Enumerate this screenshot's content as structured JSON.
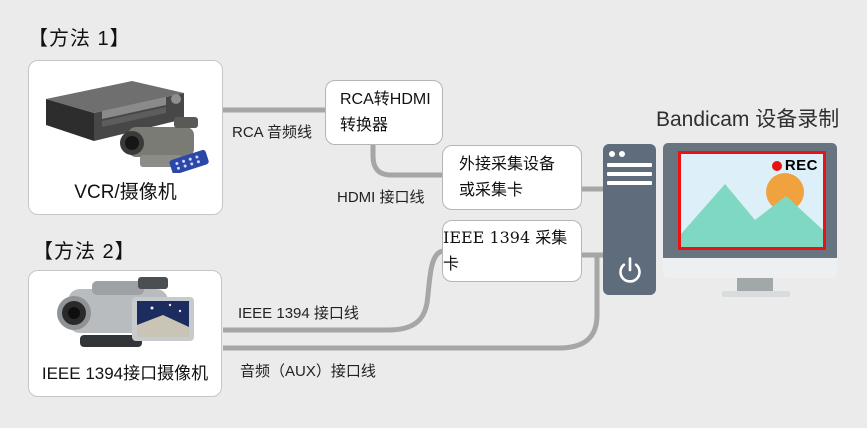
{
  "diagram": {
    "title": "Bandicam 设备录制",
    "method1": {
      "heading": "【方法 1】",
      "source_label": "VCR/摄像机",
      "rca_cable_label": "RCA 音频线",
      "converter_line1": "RCA转HDMI",
      "converter_line2": "转换器",
      "hdmi_cable_label": "HDMI 接口线",
      "capture_line1": "外接采集设备",
      "capture_line2": "或采集卡"
    },
    "method2": {
      "heading": "【方法 2】",
      "source_label": "IEEE 1394接口摄像机",
      "ieee_cable_label": "IEEE 1394 接口线",
      "aux_cable_label": "音频（AUX）接口线",
      "capture_card_label": "IEEE 1394 采集卡"
    },
    "monitor": {
      "rec_label": "REC"
    },
    "colors": {
      "background": "#ebebeb",
      "wire_gray": "#a6a6a6",
      "tower_body": "#5f6c7b",
      "monitor_frame": "#68747f",
      "screen_sky": "#ddf0f9",
      "mountain_teal": "#7fd9c2",
      "sun_orange": "#f0a23e",
      "rec_red": "#e8130f",
      "record_border_red": "#ee1111",
      "box_white": "#ffffff"
    }
  }
}
